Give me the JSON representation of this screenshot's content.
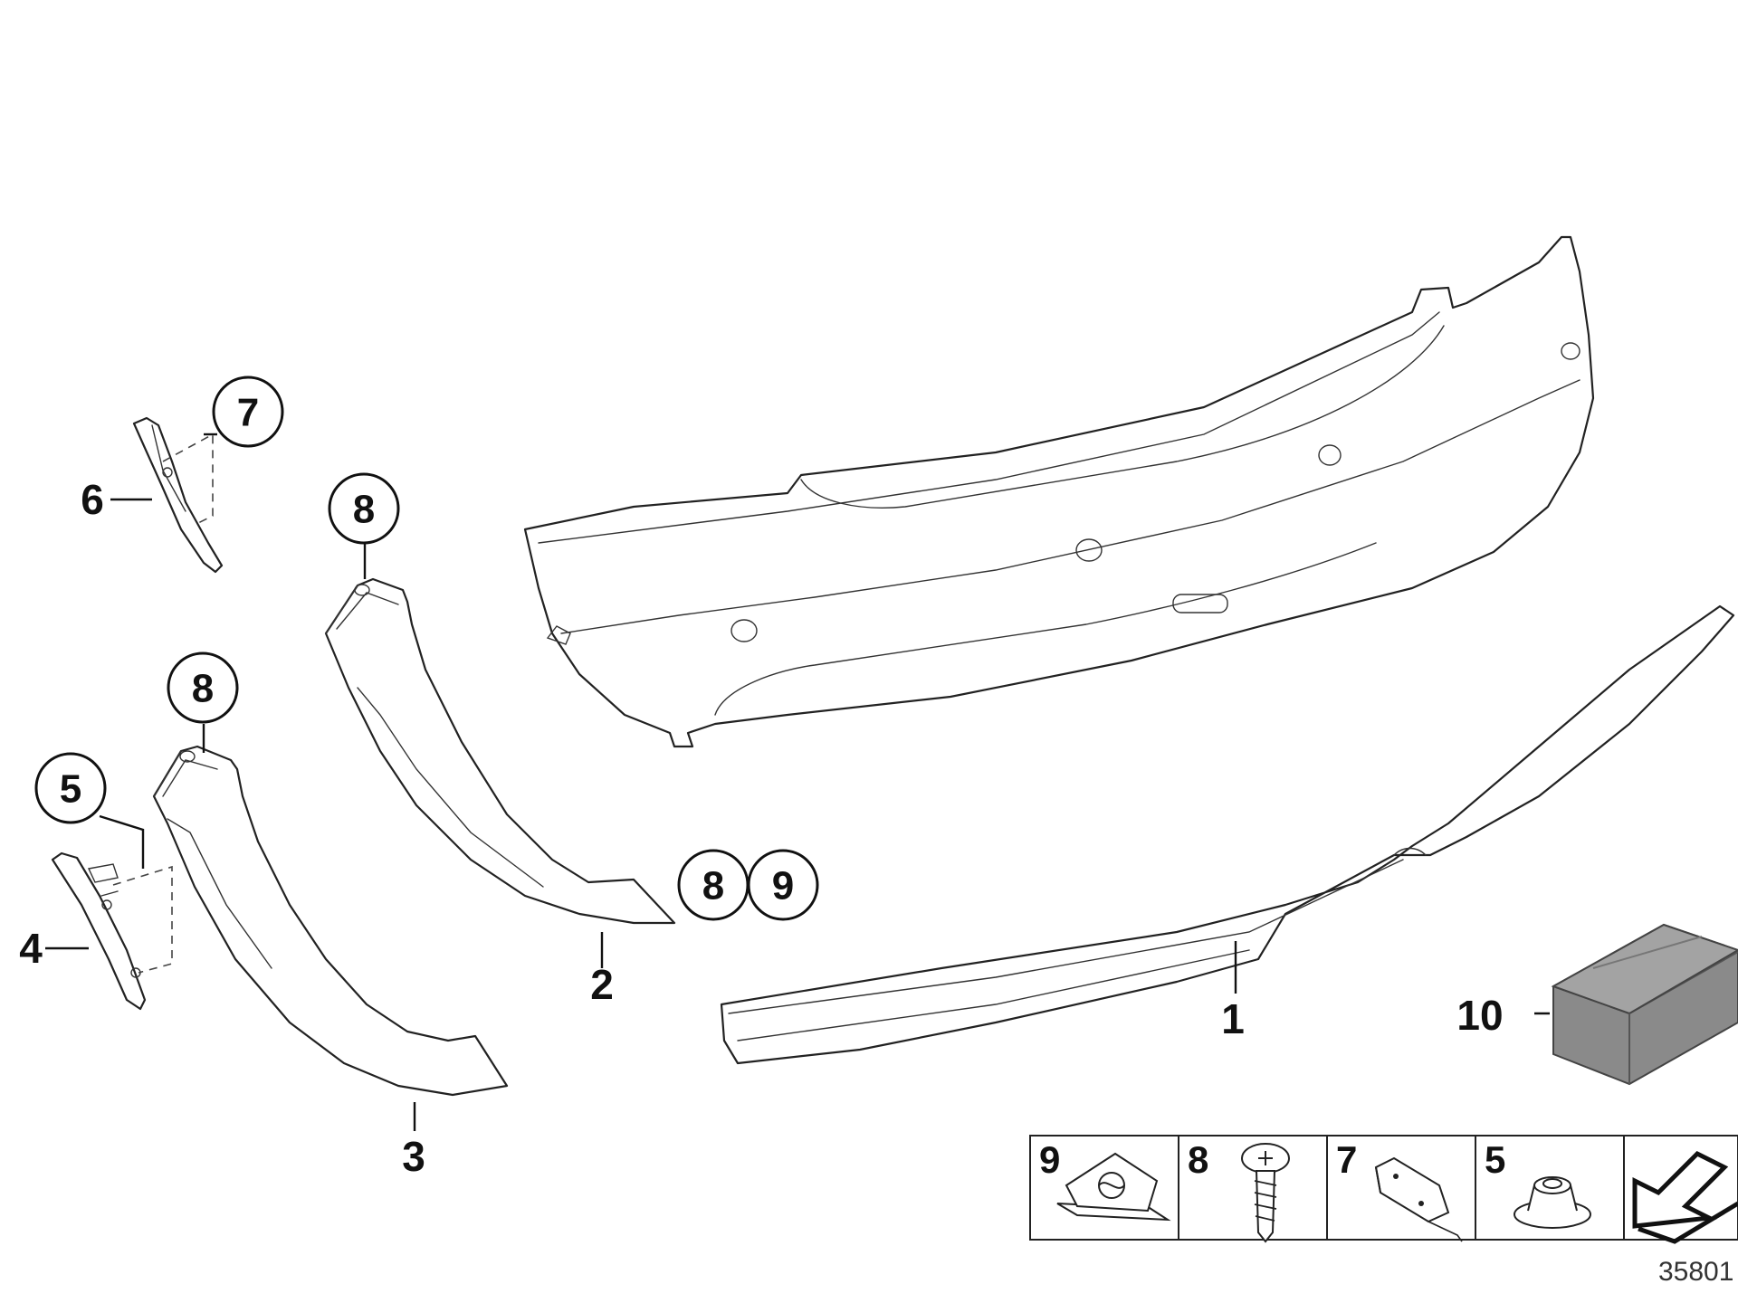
{
  "diagram": {
    "parts": [
      {
        "id": "1",
        "label": "1",
        "style": "plain"
      },
      {
        "id": "2",
        "label": "2",
        "style": "plain"
      },
      {
        "id": "3",
        "label": "3",
        "style": "plain"
      },
      {
        "id": "4",
        "label": "4",
        "style": "plain"
      },
      {
        "id": "6",
        "label": "6",
        "style": "plain"
      },
      {
        "id": "10",
        "label": "10",
        "style": "plain"
      }
    ],
    "callouts": [
      {
        "id": "c7",
        "label": "7"
      },
      {
        "id": "c8a",
        "label": "8"
      },
      {
        "id": "c8b",
        "label": "8"
      },
      {
        "id": "c5",
        "label": "5"
      },
      {
        "id": "c8c",
        "label": "8"
      },
      {
        "id": "c9",
        "label": "9"
      }
    ],
    "legend": [
      {
        "label": "9",
        "icon": "clip-nut-icon"
      },
      {
        "label": "8",
        "icon": "screw-icon"
      },
      {
        "label": "7",
        "icon": "bracket-clip-icon"
      },
      {
        "label": "5",
        "icon": "grommet-icon"
      },
      {
        "label": "",
        "icon": "arrow-icon"
      }
    ],
    "reference_number": "35801"
  }
}
